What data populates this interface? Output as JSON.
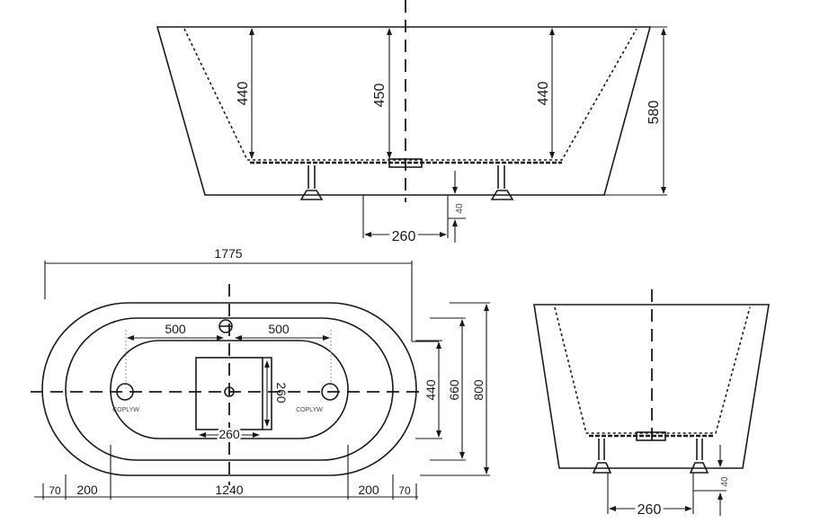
{
  "side_view": {
    "depth_left": "440",
    "depth_center": "450",
    "depth_right": "440",
    "total_height": "580",
    "waste_offset": "40",
    "waste_width": "260"
  },
  "plan_view": {
    "overall_length": "1775",
    "spacing_left": "500",
    "spacing_right": "500",
    "waste_box": "260",
    "waste_box_width": "260",
    "inner_width": "440",
    "mid_width": "660",
    "overall_width": "800",
    "bottom_dims": [
      "70",
      "200",
      "1240",
      "200",
      "70"
    ],
    "label_left": "COPLYW",
    "label_right": "COPLYW"
  },
  "end_view": {
    "waste_offset": "40",
    "waste_width": "260"
  }
}
